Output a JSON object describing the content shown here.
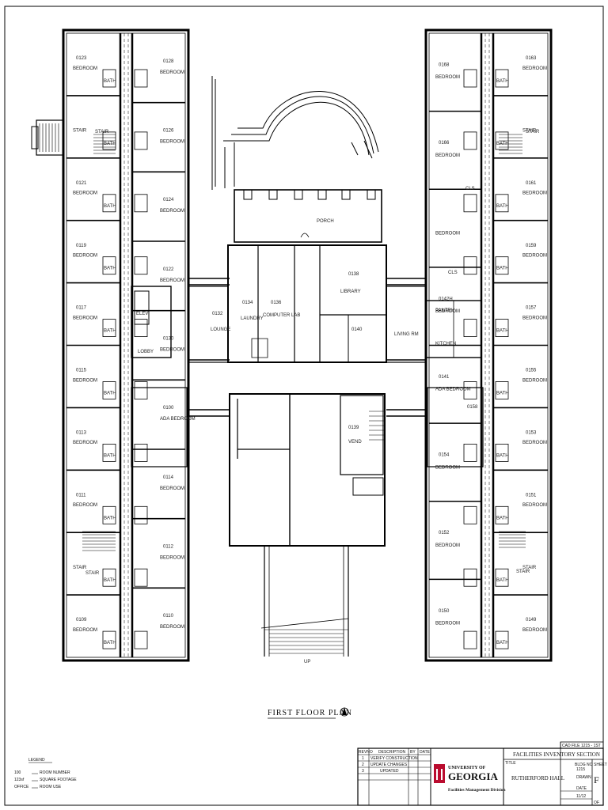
{
  "plan_title": "FIRST FLOOR PLAN",
  "up_label": "UP",
  "rooms": {
    "left_outer": [
      {
        "num": "0123",
        "use": "BEDROOM"
      },
      {
        "num": "",
        "use": "STAIR"
      },
      {
        "num": "0121",
        "use": "BEDROOM"
      },
      {
        "num": "0119",
        "use": "BEDROOM"
      },
      {
        "num": "0117",
        "use": "BEDROOM"
      },
      {
        "num": "0115",
        "use": "BEDROOM"
      },
      {
        "num": "0113",
        "use": "BEDROOM"
      },
      {
        "num": "0111",
        "use": "BEDROOM"
      },
      {
        "num": "",
        "use": "STAIR"
      },
      {
        "num": "0109",
        "use": "BEDROOM"
      }
    ],
    "left_inner": [
      {
        "num": "0128",
        "use": "BEDROOM"
      },
      {
        "num": "0126",
        "use": "BEDROOM"
      },
      {
        "num": "0124",
        "use": "BEDROOM"
      },
      {
        "num": "0122",
        "use": "BEDROOM"
      },
      {
        "num": "0130",
        "use": "BEDROOM"
      },
      {
        "num": "0100",
        "use": "ADA BEDROOM"
      },
      {
        "num": "0114",
        "use": "BEDROOM"
      },
      {
        "num": "0112",
        "use": "BEDROOM"
      },
      {
        "num": "0110",
        "use": "BEDROOM"
      }
    ],
    "right_outer": [
      {
        "num": "0163",
        "use": "BEDROOM"
      },
      {
        "num": "",
        "use": "STAIR"
      },
      {
        "num": "0161",
        "use": "BEDROOM"
      },
      {
        "num": "0159",
        "use": "BEDROOM"
      },
      {
        "num": "0157",
        "use": "BEDROOM"
      },
      {
        "num": "0155",
        "use": "BEDROOM"
      },
      {
        "num": "0153",
        "use": "BEDROOM"
      },
      {
        "num": "0151",
        "use": "BEDROOM"
      },
      {
        "num": "",
        "use": "STAIR"
      },
      {
        "num": "0149",
        "use": "BEDROOM"
      }
    ],
    "right_inner": [
      {
        "num": "0168",
        "use": "BEDROOM"
      },
      {
        "num": "0166",
        "use": "BEDROOM"
      },
      {
        "num": "",
        "use": "BEDROOM"
      },
      {
        "num": "0142H",
        "use": "BEDROOM"
      },
      {
        "num": "0141",
        "use": "ADA BEDROOM"
      },
      {
        "num": "0154",
        "use": "BEDROOM"
      },
      {
        "num": "0152",
        "use": "BEDROOM"
      },
      {
        "num": "0150",
        "use": "BEDROOM"
      }
    ],
    "center": [
      {
        "num": "",
        "use": "PORCH"
      },
      {
        "num": "0134",
        "use": "LAUNDRY"
      },
      {
        "num": "0136",
        "use": "COMPUTER LAB"
      },
      {
        "num": "0138",
        "use": "LIBRARY"
      },
      {
        "num": "0140",
        "use": ""
      },
      {
        "num": "",
        "use": "LIVING RM"
      },
      {
        "num": "",
        "use": "PANTRY"
      },
      {
        "num": "",
        "use": "KITCHEN"
      },
      {
        "num": "0132",
        "use": "LOUNGE"
      },
      {
        "num": "",
        "use": "ELEV"
      },
      {
        "num": "",
        "use": "LOBBY"
      },
      {
        "num": "0139",
        "use": "VEND"
      },
      {
        "num": "0158",
        "use": ""
      }
    ],
    "small_labels": [
      "BATH",
      "CLS",
      "STAIR"
    ]
  },
  "legend": {
    "title": "LEGEND",
    "rows": [
      {
        "key": "100",
        "desc": "ROOM NUMBER"
      },
      {
        "key": "123sf",
        "desc": "SQUARE FOOTAGE"
      },
      {
        "key": "OFFICE",
        "desc": "ROOM USE"
      }
    ]
  },
  "revisions": {
    "headers": [
      "REVNO",
      "DESCRIPTION",
      "BY",
      "DATE"
    ],
    "rows": [
      [
        "1",
        "VERIFY CONSTRUCTION",
        "",
        ""
      ],
      [
        "2",
        "UPDATE CHANGES",
        "",
        ""
      ],
      [
        "3",
        "UPDATED",
        "",
        ""
      ]
    ]
  },
  "logo": {
    "line1": "UNIVERSITY OF",
    "line2": "GEORGIA",
    "line3": "Facilities Management Division",
    "color": "#ba0c2f"
  },
  "title_block": {
    "heading": "FACILITIES INVENTORY SECTION",
    "title_label": "TITLE",
    "building": "RUTHERFORD HALL",
    "fields": [
      {
        "label": "CAD FILE",
        "value": "1215 - 1ST"
      },
      {
        "label": "BLDG NO",
        "value": "1215"
      },
      {
        "label": "DRAWN",
        "value": ""
      },
      {
        "label": "DATE",
        "value": "11/12"
      }
    ],
    "sheet_label": "SHEET",
    "sheet": "F",
    "of_label": "OF"
  }
}
